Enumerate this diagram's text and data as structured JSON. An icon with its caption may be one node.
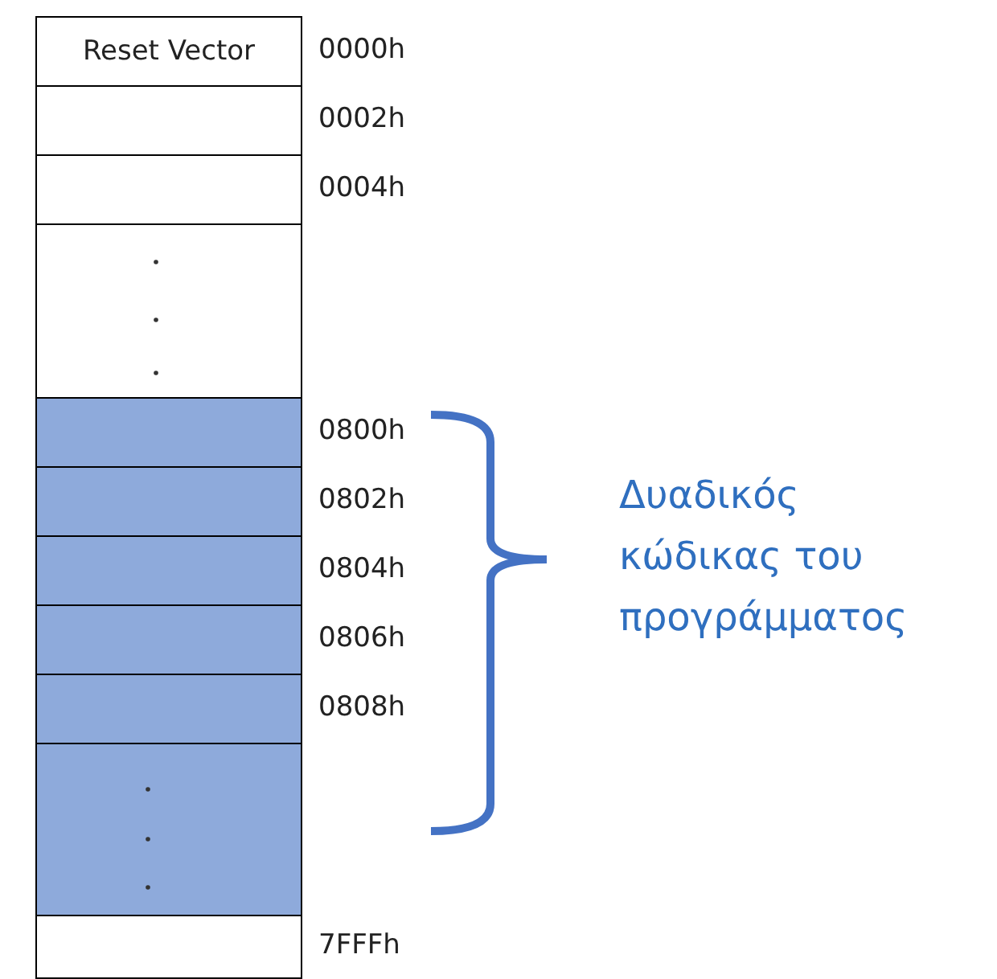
{
  "diagram": {
    "nodes": [
      {
        "text": [
          "Reset Vector"
        ],
        "beside": [
          "0000h"
        ]
      },
      {
        "text": [],
        "shape": "box",
        "beside": [
          "0002h"
        ]
      },
      {
        "text": [],
        "shape": "box",
        "beside": [
          "0004h"
        ]
      },
      {
        "text": [],
        "shape": "box"
      },
      {
        "text": [],
        "shape": "box",
        "beside": [
          "0800h"
        ]
      },
      {
        "text": [],
        "shape": "box",
        "beside": [
          "0802h"
        ]
      },
      {
        "text": [],
        "shape": "box",
        "beside": [
          "0804h"
        ]
      },
      {
        "text": [],
        "shape": "box",
        "beside": [
          "0806h"
        ]
      },
      {
        "text": [],
        "shape": "box",
        "beside": [
          "0808h"
        ]
      },
      {
        "text": [],
        "shape": "box"
      },
      {
        "text": [],
        "shape": "box",
        "beside": [
          "7FFFh"
        ]
      }
    ],
    "edges": [],
    "labels": [
      "Δυαδικός κώδικας του προγράμματος"
    ]
  }
}
